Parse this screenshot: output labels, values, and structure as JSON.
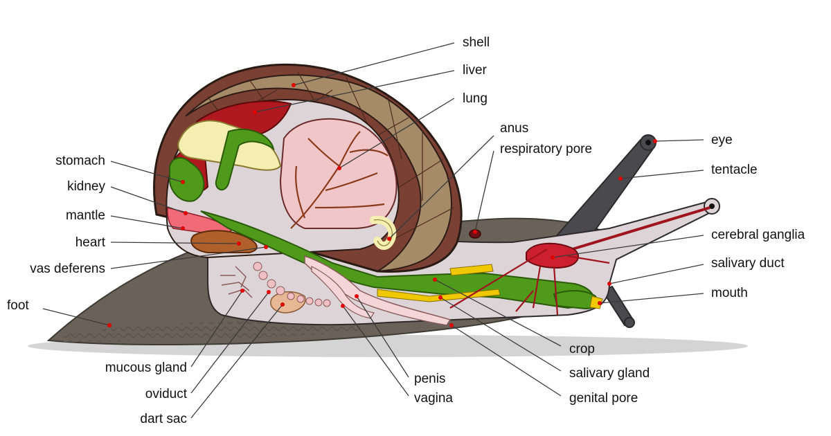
{
  "diagram": {
    "labels": {
      "shell": "shell",
      "liver": "liver",
      "lung": "lung",
      "anus": "anus",
      "respiratory_pore": "respiratory pore",
      "eye": "eye",
      "tentacle": "tentacle",
      "cerebral_ganglia": "cerebral ganglia",
      "salivary_duct": "salivary duct",
      "mouth": "mouth",
      "crop": "crop",
      "salivary_gland": "salivary gland",
      "genital_pore": "genital pore",
      "penis": "penis",
      "vagina": "vagina",
      "stomach": "stomach",
      "kidney": "kidney",
      "mantle": "mantle",
      "heart": "heart",
      "vas_deferens": "vas deferens",
      "foot": "foot",
      "mucous_gland": "mucous gland",
      "oviduct": "oviduct",
      "dart_sac": "dart sac"
    },
    "colors": {
      "foot": "#6a6258",
      "shell_outer": "#7a4034",
      "shell_band": "#a8906a",
      "liver": "#b01820",
      "lung": "#f0c6c8",
      "lung_veins": "#8a3a1a",
      "digestive": "#4f9a1a",
      "salivary_gland": "#f0c800",
      "body": "#dcd4d6",
      "ganglia": "#cc2030",
      "tentacle": "#4a4a4e",
      "marker": "#e00000"
    }
  }
}
